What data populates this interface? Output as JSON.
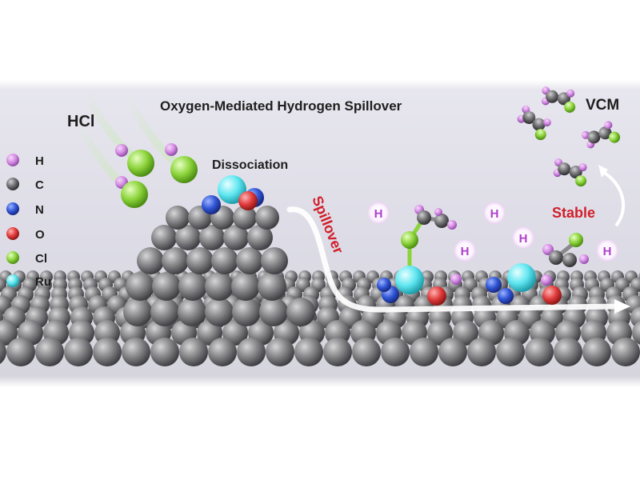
{
  "title": "Oxygen-Mediated Hydrogen Spillover",
  "labels": {
    "reactant": "HCl",
    "product": "VCM",
    "step_dissociation": "Dissociation",
    "step_spillover": "Spillover",
    "step_stable": "Stable",
    "h_atom": "H"
  },
  "legend": [
    {
      "symbol": "H",
      "color": "#d48be3"
    },
    {
      "symbol": "C",
      "color": "#6e6e70"
    },
    {
      "symbol": "N",
      "color": "#2f55d6"
    },
    {
      "symbol": "O",
      "color": "#e03b3b"
    },
    {
      "symbol": "Cl",
      "color": "#8bd33a"
    },
    {
      "symbol": "Ru",
      "color": "#5fe6f0"
    }
  ],
  "colors": {
    "surface_atom": "#8a8a8c",
    "spillover_text": "#d01f2a",
    "h_text": "#b13fd0"
  }
}
